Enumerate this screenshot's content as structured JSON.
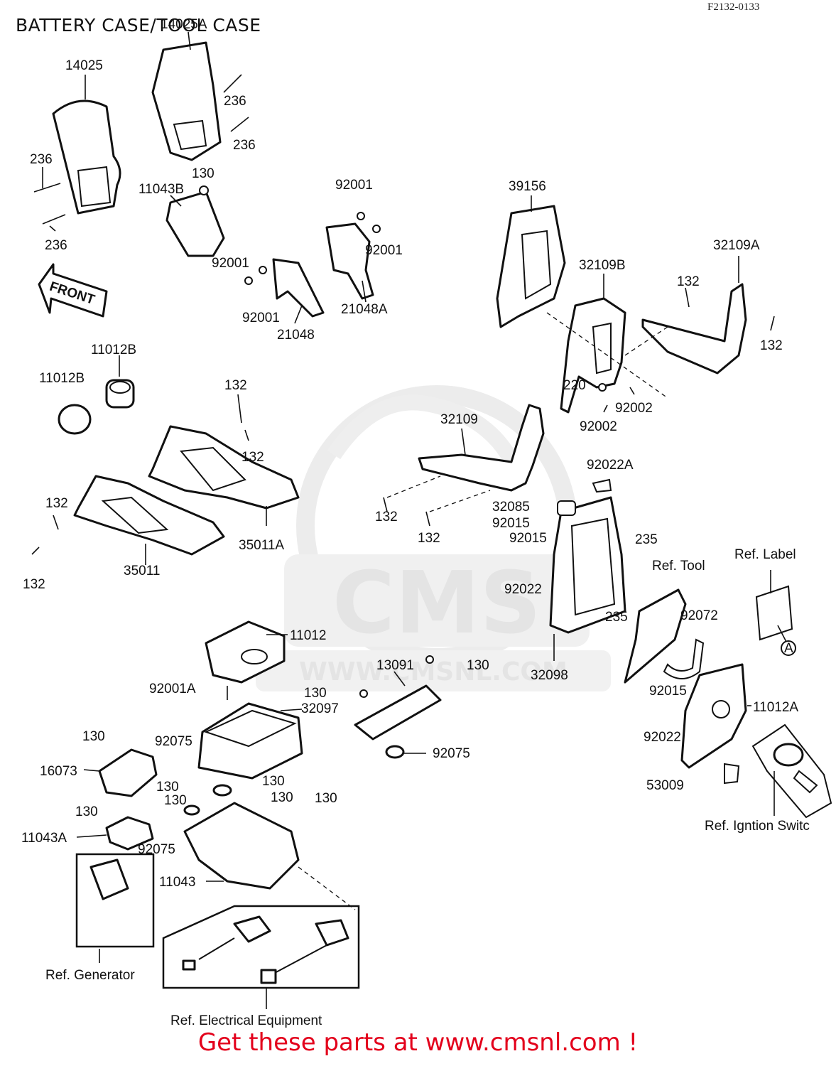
{
  "header": {
    "title": "BATTERY CASE/TOOL CASE",
    "drawing_code": "F2132-0133"
  },
  "watermark": {
    "logo_text": "CMS",
    "url_text": "WWW.CMSNL.COM"
  },
  "front_arrow": {
    "label": "FRONT"
  },
  "labels": {
    "l_14025": "14025",
    "l_14025a": "14025A",
    "l_236a": "236",
    "l_236b": "236",
    "l_236c": "236",
    "l_236d": "236",
    "l_130a": "130",
    "l_11043b": "11043B",
    "l_92001a": "92001",
    "l_92001b": "92001",
    "l_92001c": "92001",
    "l_92001d": "92001",
    "l_21048": "21048",
    "l_21048a": "21048A",
    "l_39156": "39156",
    "l_32109b": "32109B",
    "l_32109a": "32109A",
    "l_132a": "132",
    "l_132b": "132",
    "l_220": "220",
    "l_92002a": "92002",
    "l_92002b": "92002",
    "l_11012b_a": "11012B",
    "l_11012b_b": "11012B",
    "l_132c": "132",
    "l_132d": "132",
    "l_32109": "32109",
    "l_92022a_top": "92022A",
    "l_132e": "132",
    "l_132f": "132",
    "l_132g": "132",
    "l_132h": "132",
    "l_35011a": "35011A",
    "l_35011": "35011",
    "l_32085": "32085",
    "l_92015a": "92015",
    "l_92015b": "92015",
    "l_235a": "235",
    "l_ref_tool": "Ref. Tool",
    "l_ref_label": "Ref. Label",
    "l_92022b": "92022",
    "l_235b": "235",
    "l_92072": "92072",
    "l_11012": "11012",
    "l_13091": "13091",
    "l_130b": "130",
    "l_32098": "32098",
    "l_92001a_part": "92001A",
    "l_130c": "130",
    "l_32097": "32097",
    "l_92015c": "92015",
    "l_11012a": "11012A",
    "l_92022c": "92022",
    "l_130d": "130",
    "l_92075a": "92075",
    "l_92075b": "92075",
    "l_16073": "16073",
    "l_130e": "130",
    "l_130f": "130",
    "l_130g": "130",
    "l_130h": "130",
    "l_130i": "130",
    "l_130j": "130",
    "l_53009": "53009",
    "l_11043a": "11043A",
    "l_92075c": "92075",
    "l_11043": "11043",
    "l_ref_ignition": "Ref. Igntion Switc",
    "l_ref_generator": "Ref. Generator",
    "l_ref_electrical": "Ref. Electrical Equipment",
    "l_mark_a1": "A",
    "l_mark_a2": "A"
  },
  "footer": {
    "cta": "Get these parts at www.cmsnl.com !",
    "cta_color": "#e3001b"
  }
}
